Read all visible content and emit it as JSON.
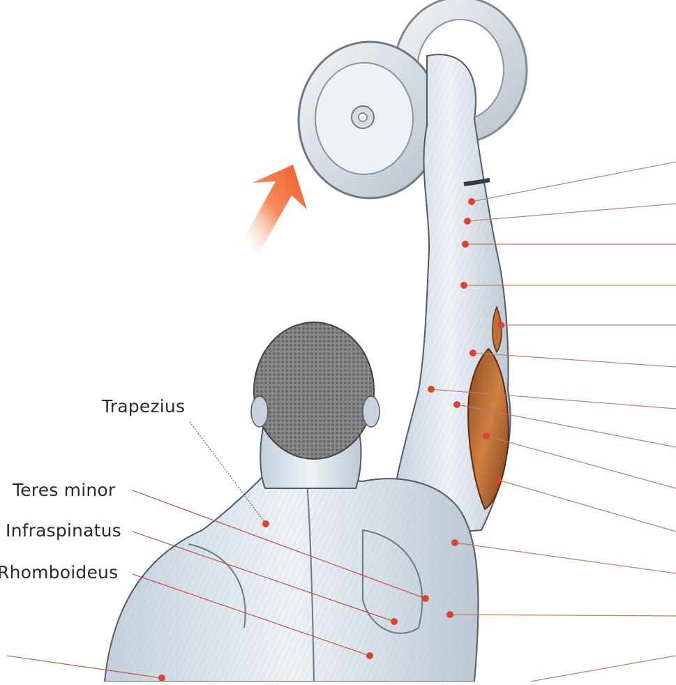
{
  "labels": {
    "trapezius": "Trapezius",
    "teres_minor": "Teres minor",
    "infraspinatus": "Infraspinatus",
    "rhomboideus": "Rhomboideus"
  },
  "colors": {
    "muscle_highlight": "#c9703a",
    "marker_dot": "#d9432f",
    "leader_line": "#b34a40",
    "arrow": "#ef6a3f",
    "weight_metal": "#d7dde3"
  }
}
